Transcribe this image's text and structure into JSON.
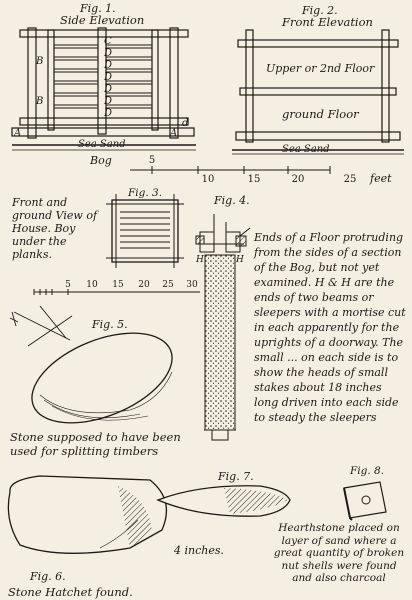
{
  "fig1": {
    "number": "Fig. 1.",
    "title": "Side Elevation",
    "letters": [
      "A",
      "A",
      "B",
      "B",
      "C",
      "D",
      "D",
      "D",
      "D",
      "D",
      "D",
      "d"
    ],
    "sand_label": "Sea Sand",
    "bog_label": "Bog"
  },
  "fig2": {
    "number": "Fig. 2.",
    "title": "Front Elevation",
    "upper_label": "Upper or 2nd Floor",
    "ground_label": "ground Floor",
    "sand_label": "Sea Sand"
  },
  "scale_top": {
    "ticks": [
      "5",
      "10",
      "15",
      "20",
      "25"
    ],
    "unit": "feet"
  },
  "front_view_note": "Front and ground View of House. Boy under the planks.",
  "fig3": {
    "number": "Fig. 3."
  },
  "fig4": {
    "number": "Fig. 4.",
    "letters": [
      "H",
      "H"
    ],
    "note": "Ends of a Floor protruding from the sides of a section of the Bog, but not yet examined. H & H are the ends of two beams or sleepers with a mortise cut in each apparently for the uprights of a doorway. The small ... on each side is to show the heads of small stakes about 18 inches long driven into each side to steady the sleepers"
  },
  "scale_mid": {
    "ticks": [
      "5",
      "10",
      "15",
      "20",
      "25",
      "30"
    ]
  },
  "fig5": {
    "number": "Fig. 5.",
    "caption": "Stone supposed to have been used for splitting timbers"
  },
  "fig6": {
    "number": "Fig. 6.",
    "caption": "Stone Hatchet found."
  },
  "fig7": {
    "number": "Fig. 7.",
    "size_label": "4 inches."
  },
  "fig8": {
    "number": "Fig. 8.",
    "caption": "Hearthstone placed on layer of sand where a great quantity of broken nut shells were found and also charcoal"
  }
}
